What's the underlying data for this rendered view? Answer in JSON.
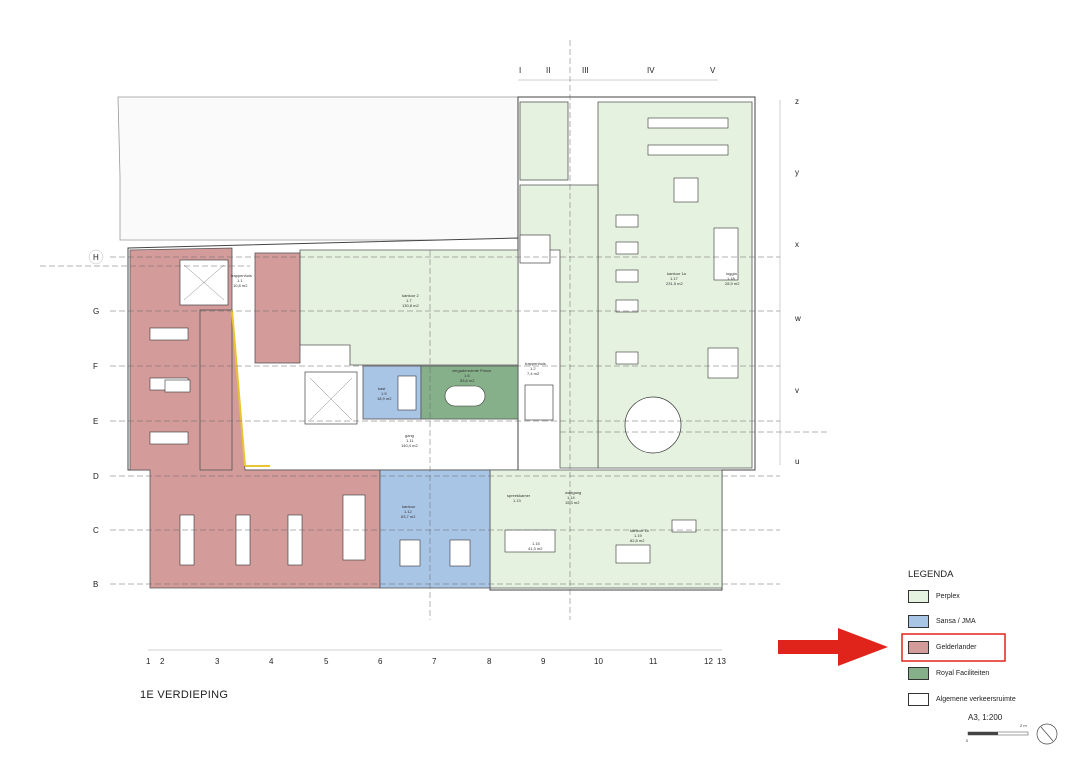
{
  "title": "1E VERDIEPING",
  "scale": "A3, 1:200",
  "scale_bar": {
    "zero": "0",
    "end": "2 m"
  },
  "legend": {
    "title": "LEGENDA",
    "items": [
      {
        "label": "Perplex",
        "color": "#e6f2e0"
      },
      {
        "label": "Sansa / JMA",
        "color": "#a9c5e6"
      },
      {
        "label": "Gelderlander",
        "color": "#d49b9b"
      },
      {
        "label": "Royal Faciliteiten",
        "color": "#86b08a"
      },
      {
        "label": "Algemene verkeersruimte",
        "color": "#ffffff"
      }
    ],
    "highlighted": "Gelderlander",
    "highlight_color": "#e0241b"
  },
  "grid": {
    "left_rows": [
      "H",
      "G",
      "F",
      "E",
      "D",
      "C",
      "B"
    ],
    "bottom_cols": [
      "1",
      "2",
      "3",
      "4",
      "5",
      "6",
      "7",
      "8",
      "9",
      "10",
      "11",
      "12",
      "13"
    ],
    "top_cols": [
      "I",
      "II",
      "III",
      "IV",
      "V"
    ],
    "right_rows": [
      "z",
      "y",
      "x",
      "w",
      "v",
      "u"
    ]
  },
  "rooms": [
    {
      "name": "kantoor 2",
      "id": "1.7",
      "area": "130,8 m2"
    },
    {
      "name": "vergaderruimte Prince",
      "id": "1.6",
      "area": "53,6 m2"
    },
    {
      "name": "kantoor 1a",
      "id": "1.17",
      "area": "231,5 m2"
    },
    {
      "name": "loggia",
      "id": "1.18",
      "area": "28,9 m2"
    },
    {
      "name": "kantoor 1b",
      "id": "1.19",
      "area": "82,8 m2"
    },
    {
      "name": "kantoor",
      "id": "1.12",
      "area": "63,7 m2"
    },
    {
      "name": "gang",
      "id": "1.11",
      "area": "140,4 m2"
    },
    {
      "name": "kast",
      "id": "1.5",
      "area": "18,9 m2"
    },
    {
      "name": "trappenhuis",
      "id": "1.1",
      "area": "10,8 m2"
    },
    {
      "name": "trappenhuis",
      "id": "1.2",
      "area": "7,4 m2"
    },
    {
      "name": "spreekkamer",
      "id": "1.13",
      "area": ""
    },
    {
      "name": "wadgang",
      "id": "1.14",
      "area": "15,3 m2"
    },
    {
      "name": "",
      "id": "1.15",
      "area": "41,3 m2"
    }
  ]
}
